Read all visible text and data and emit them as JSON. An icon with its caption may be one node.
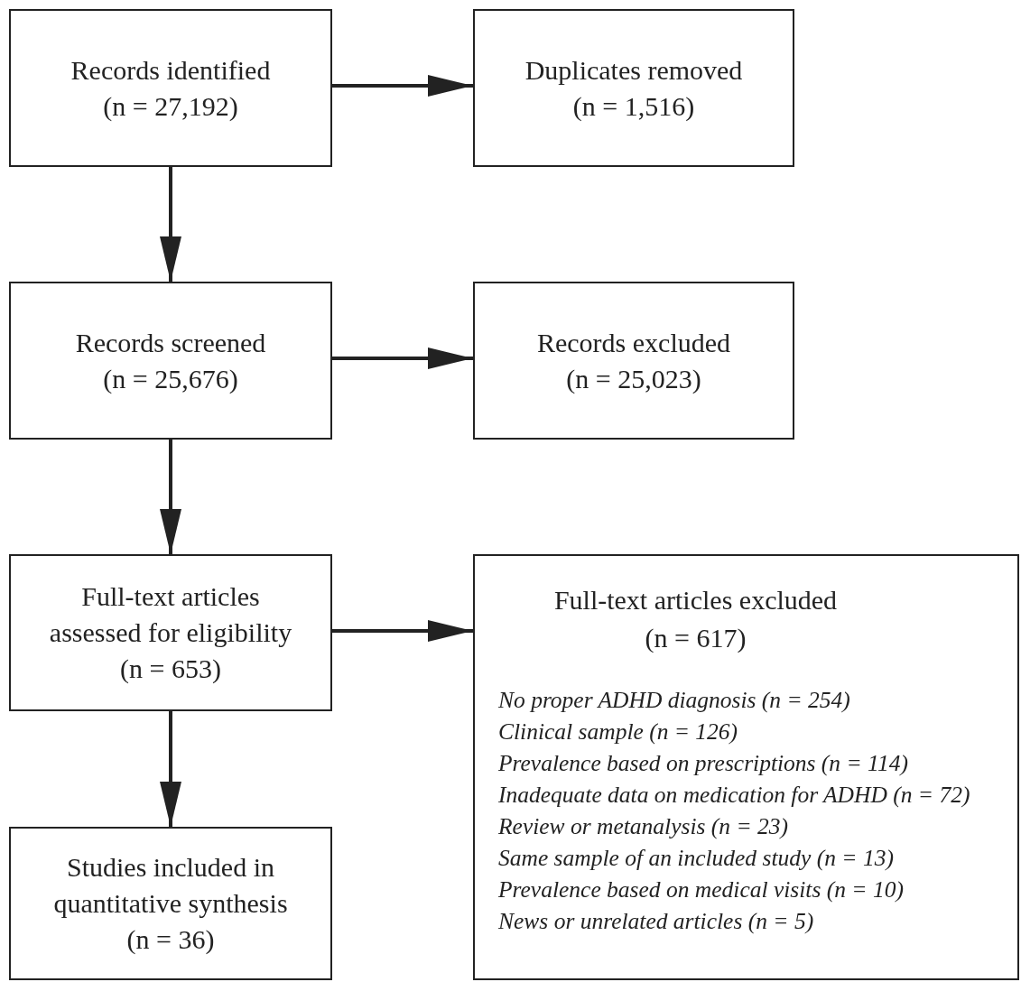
{
  "diagram": {
    "nodes": [
      {
        "text": [
          "Records identified",
          "(n = 27,192)"
        ]
      },
      {
        "text": [
          "Duplicates removed",
          "(n = 1,516)"
        ]
      },
      {
        "text": [
          "Records screened",
          "(n = 25,676)"
        ]
      },
      {
        "text": [
          "Records excluded",
          "(n = 25,023)"
        ]
      },
      {
        "text": [
          "Full-text articles assessed for eligibility",
          "(n = 653)"
        ]
      },
      {
        "text": [
          "Full-text articles excluded",
          "(n = 617)",
          "No proper ADHD diagnosis (n = 254)",
          "Clinical sample (n = 126)",
          "Prevalence based on prescriptions (n = 114)",
          "Inadequate data on medication for ADHD (n = 72)",
          "Review or metanalysis (n = 23)",
          "Same sample of an included study (n = 13)",
          "Prevalence based on medical visits (n = 10)",
          "News or unrelated articles (n = 5)"
        ]
      },
      {
        "text": [
          "Studies included in quantitative synthesis",
          "(n = 36)"
        ]
      }
    ],
    "edges": [
      {
        "from": 0,
        "to": 1,
        "arrow": "to"
      },
      {
        "from": 0,
        "to": 2,
        "arrow": "to"
      },
      {
        "from": 2,
        "to": 3,
        "arrow": "to"
      },
      {
        "from": 2,
        "to": 4,
        "arrow": "to"
      },
      {
        "from": 4,
        "to": 5,
        "arrow": "to"
      },
      {
        "from": 4,
        "to": 6,
        "arrow": "to"
      }
    ]
  }
}
